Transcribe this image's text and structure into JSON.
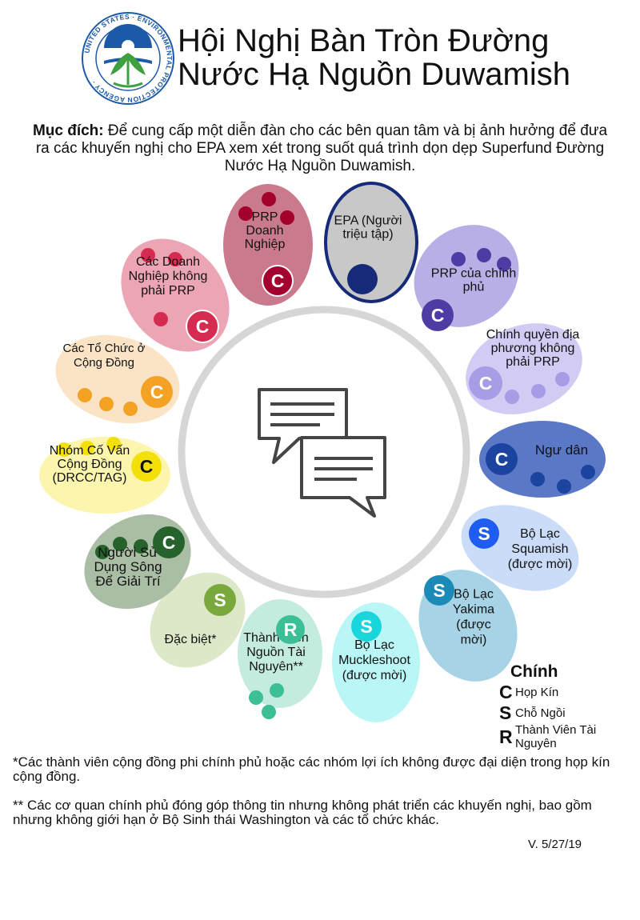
{
  "title": "Hội Nghị Bàn Tròn Đường Nước Hạ Nguồn Duwamish",
  "logo": {
    "ring_text": "UNITED STATES · ENVIRONMENTAL PROTECTION AGENCY ·"
  },
  "purpose": {
    "label": "Mục đích:",
    "text": " Để cung cấp một diễn đàn cho các bên quan tâm và bị ảnh hưởng để đưa ra các khuyến nghị cho EPA xem xét trong suốt quá trình dọn dẹp Superfund Đường Nước Hạ Nguồn Duwamish."
  },
  "center": {
    "icon": "chat-bubbles-icon"
  },
  "groups": [
    {
      "id": "prp-business",
      "lines": [
        "PRP",
        "Doanh",
        "Nghiệp"
      ],
      "badge": "C",
      "fill": "#c97a8c",
      "accent": "#a4002e"
    },
    {
      "id": "epa",
      "lines": [
        "EPA (Người",
        "triệu tập)"
      ],
      "badge": "",
      "fill": "#c8c8c8",
      "accent": "#162a7a"
    },
    {
      "id": "prp-gov",
      "lines": [
        "PRP của chính",
        "phủ"
      ],
      "badge": "C",
      "fill": "#b8afe6",
      "accent": "#4e3ba3"
    },
    {
      "id": "local-gov",
      "lines": [
        "Chính quyền địa",
        "phương không",
        "phải PRP"
      ],
      "badge": "C",
      "fill": "#d2ccf4",
      "accent": "#a79ce6"
    },
    {
      "id": "fishers",
      "lines": [
        "Ngư dân"
      ],
      "badge": "C",
      "fill": "#5a78c6",
      "accent": "#1a449f"
    },
    {
      "id": "squamish",
      "lines": [
        "Bộ Lạc",
        "Squamish",
        "(được mời)"
      ],
      "badge": "S",
      "fill": "#cbdcf8",
      "accent": "#1f5df2"
    },
    {
      "id": "yakima",
      "lines": [
        "Bộ Lạc",
        "Yakima",
        "(được",
        "mời)"
      ],
      "badge": "S",
      "fill": "#a6d3e6",
      "accent": "#1b8ab7"
    },
    {
      "id": "muckleshoot",
      "lines": [
        "Bộ Lạc",
        "Muckleshoot",
        "(được mời)"
      ],
      "badge": "S",
      "fill": "#baf6f6",
      "accent": "#19d6dc"
    },
    {
      "id": "resource",
      "lines": [
        "Thành Viên",
        "Nguồn Tài",
        "Nguyên**"
      ],
      "badge": "R",
      "fill": "#c3ecdf",
      "accent": "#3cbf96"
    },
    {
      "id": "special",
      "lines": [
        "Đặc biệt*"
      ],
      "badge": "S",
      "fill": "#dde8c8",
      "accent": "#79a83c"
    },
    {
      "id": "recreation",
      "lines": [
        "Người Sử",
        "Dụng Sông",
        "Để Giải Trí"
      ],
      "badge": "C",
      "fill": "#a9bea4",
      "accent": "#25622c"
    },
    {
      "id": "drcc",
      "lines": [
        "Nhóm Cố Vấn",
        "Cộng Đồng",
        "(DRCC/TAG)"
      ],
      "badge": "C",
      "fill": "#fcf5ae",
      "accent": "#f4e009"
    },
    {
      "id": "community",
      "lines": [
        "Các Tổ Chức ở",
        "Cộng Đồng"
      ],
      "badge": "C",
      "fill": "#fbe4c6",
      "accent": "#f3a224"
    },
    {
      "id": "non-prp-business",
      "lines": [
        "Các Doanh",
        "Nghiệp không",
        "phải PRP"
      ],
      "badge": "C",
      "fill": "#eba5b4",
      "accent": "#d52b51"
    }
  ],
  "legend": {
    "title": "Chính",
    "items": [
      {
        "key": "C",
        "label": "Họp Kín"
      },
      {
        "key": "S",
        "label": "Chỗ Ngồi"
      },
      {
        "key": "R",
        "label": "Thành Viên Tài Nguyên"
      }
    ]
  },
  "footnotes": [
    "*Các thành viên cộng đồng phi chính phủ hoặc các nhóm lợi ích không được đại diện trong họp kín cộng đồng.",
    "** Các cơ quan chính phủ đóng góp thông tin nhưng không phát triển các khuyến nghị, bao gồm nhưng không giới hạn ở Bộ Sinh thái Washington và các tổ chức khác."
  ],
  "version": "V. 5/27/19"
}
